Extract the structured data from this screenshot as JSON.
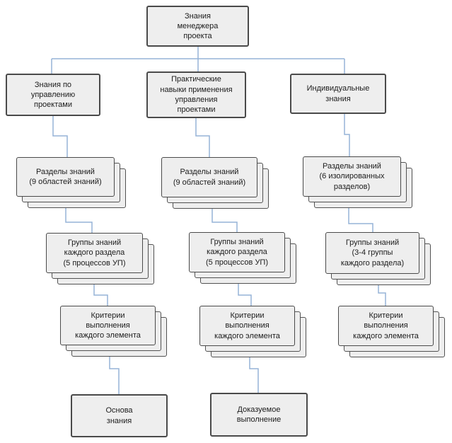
{
  "colors": {
    "connector": "#95b3d7",
    "box_fill": "#eeeeee",
    "box_border": "#4a4a4a",
    "text": "#1c1c1c",
    "background": "#ffffff"
  },
  "diagram": {
    "root": "Знания\nменеджера\nпроекта",
    "columns": [
      {
        "header": "Знания по\nуправлению\nпроектами",
        "levels": [
          "Разделы знаний\n(9 областей знаний)",
          "Группы знаний\nкаждого раздела\n(5 процессов УП)",
          "Критерии\nвыполнения\nкаждого элемента"
        ],
        "result": "Основа\nзнания"
      },
      {
        "header": "Практические\nнавыки применения\nуправления\nпроектами",
        "levels": [
          "Разделы знаний\n(9 областей знаний)",
          "Группы знаний\nкаждого раздела\n(5 процессов УП)",
          "Критерии\nвыполнения\nкаждого элемента"
        ],
        "result": "Доказуемое\nвыполнение"
      },
      {
        "header": "Индивидуальные\nзнания",
        "levels": [
          "Разделы знаний\n(6 изолированных\nразделов)",
          "Группы знаний\n(3-4 группы\nкаждого раздела)",
          "Критерии\nвыполнения\nкаждого элемента"
        ],
        "result": null
      }
    ]
  }
}
